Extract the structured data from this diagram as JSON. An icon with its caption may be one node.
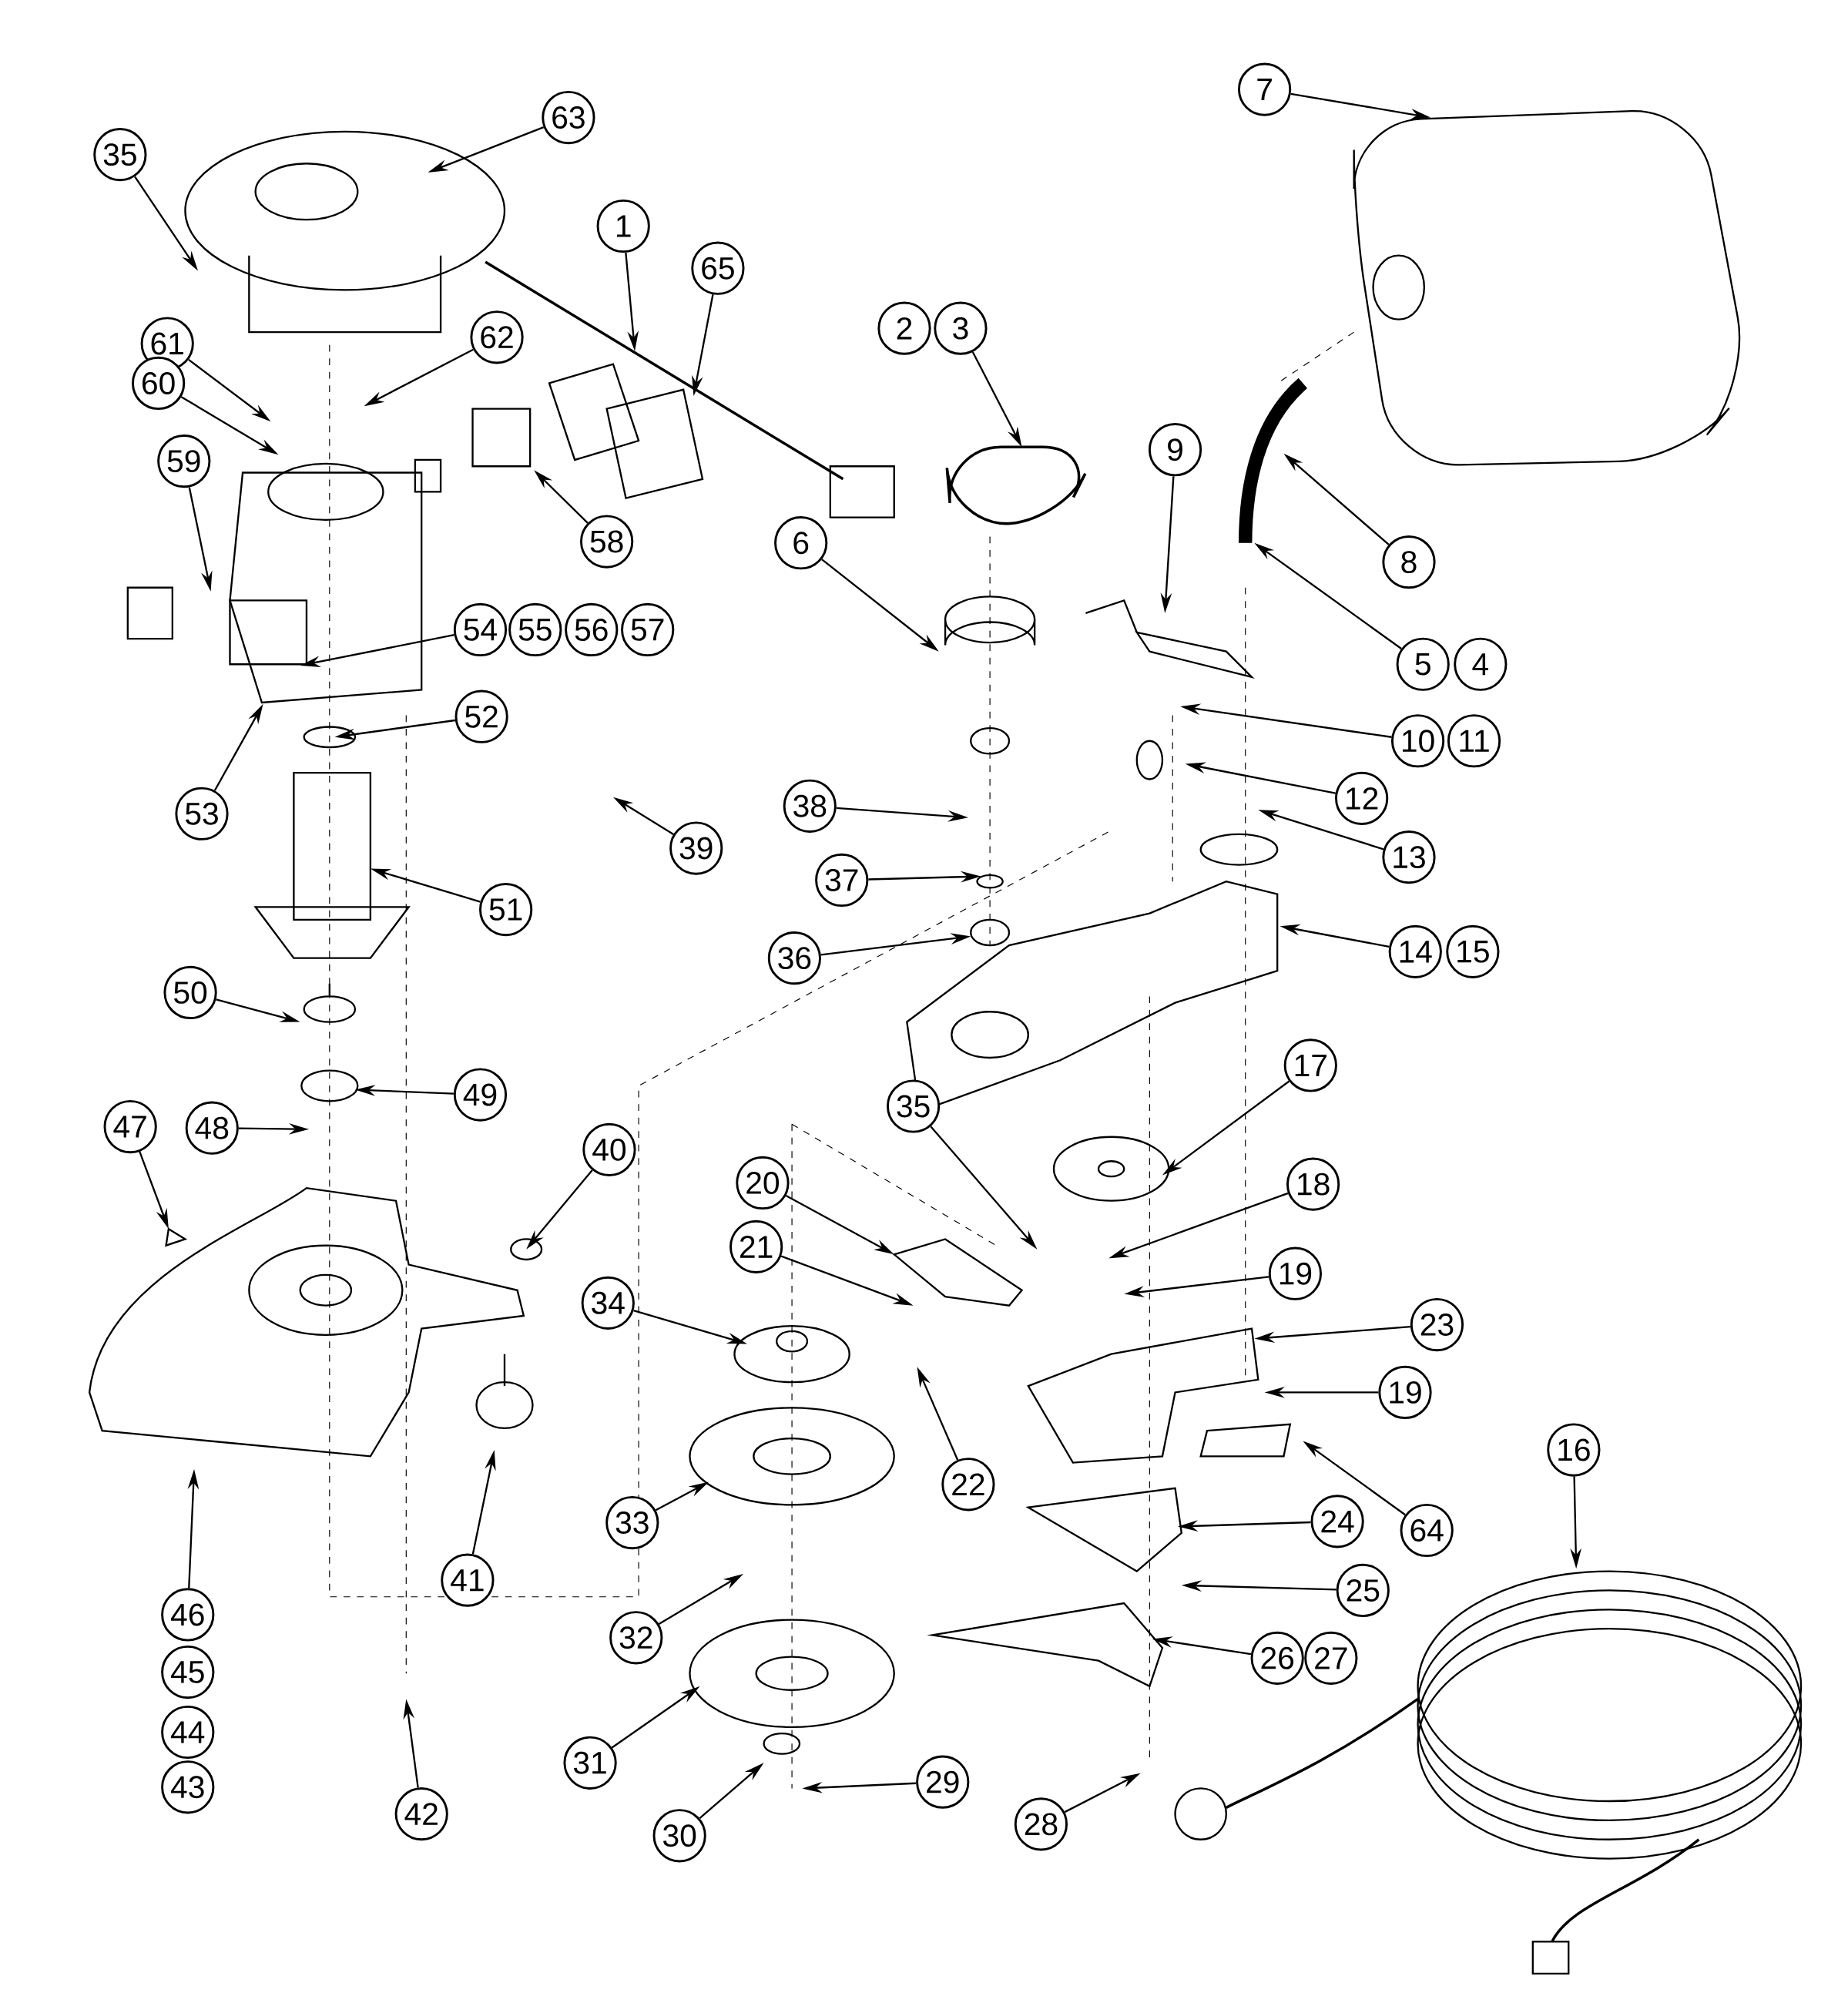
{
  "diagram": {
    "nodes": [
      {
        "text": [
          "35"
        ]
      },
      {
        "text": [
          "63"
        ]
      },
      {
        "text": [
          "7"
        ]
      },
      {
        "text": [
          "1"
        ]
      },
      {
        "text": [
          "65"
        ]
      },
      {
        "text": [
          "2"
        ]
      },
      {
        "text": [
          "3"
        ]
      },
      {
        "text": [
          "61"
        ]
      },
      {
        "text": [
          "62"
        ]
      },
      {
        "text": [
          "60"
        ]
      },
      {
        "text": [
          "9"
        ]
      },
      {
        "text": [
          "59"
        ]
      },
      {
        "text": [
          "58"
        ]
      },
      {
        "text": [
          "6"
        ]
      },
      {
        "text": [
          "8"
        ]
      },
      {
        "text": [
          "54"
        ]
      },
      {
        "text": [
          "55"
        ]
      },
      {
        "text": [
          "56"
        ]
      },
      {
        "text": [
          "57"
        ]
      },
      {
        "text": [
          "5"
        ]
      },
      {
        "text": [
          "4"
        ]
      },
      {
        "text": [
          "52"
        ]
      },
      {
        "text": [
          "10"
        ]
      },
      {
        "text": [
          "11"
        ]
      },
      {
        "text": [
          "12"
        ]
      },
      {
        "text": [
          "38"
        ]
      },
      {
        "text": [
          "53"
        ]
      },
      {
        "text": [
          "39"
        ]
      },
      {
        "text": [
          "13"
        ]
      },
      {
        "text": [
          "37"
        ]
      },
      {
        "text": [
          "51"
        ]
      },
      {
        "text": [
          "14"
        ]
      },
      {
        "text": [
          "15"
        ]
      },
      {
        "text": [
          "36"
        ]
      },
      {
        "text": [
          "50"
        ]
      },
      {
        "text": [
          "17"
        ]
      },
      {
        "text": [
          "49"
        ]
      },
      {
        "text": [
          "47"
        ]
      },
      {
        "text": [
          "48"
        ]
      },
      {
        "text": [
          "35"
        ]
      },
      {
        "text": [
          "40"
        ]
      },
      {
        "text": [
          "20"
        ]
      },
      {
        "text": [
          "18"
        ]
      },
      {
        "text": [
          "21"
        ]
      },
      {
        "text": [
          "19"
        ]
      },
      {
        "text": [
          "34"
        ]
      },
      {
        "text": [
          "23"
        ]
      },
      {
        "text": [
          "19"
        ]
      },
      {
        "text": [
          "22"
        ]
      },
      {
        "text": [
          "16"
        ]
      },
      {
        "text": [
          "24"
        ]
      },
      {
        "text": [
          "33"
        ]
      },
      {
        "text": [
          "64"
        ]
      },
      {
        "text": [
          "41"
        ]
      },
      {
        "text": [
          "25"
        ]
      },
      {
        "text": [
          "46"
        ]
      },
      {
        "text": [
          "32"
        ]
      },
      {
        "text": [
          "26"
        ]
      },
      {
        "text": [
          "27"
        ]
      },
      {
        "text": [
          "45"
        ]
      },
      {
        "text": [
          "44"
        ]
      },
      {
        "text": [
          "31"
        ]
      },
      {
        "text": [
          "29"
        ]
      },
      {
        "text": [
          "43"
        ]
      },
      {
        "text": [
          "42"
        ]
      },
      {
        "text": [
          "28"
        ]
      },
      {
        "text": [
          "30"
        ]
      }
    ],
    "edges": [
      {
        "from": 0,
        "to": null,
        "arrow": "to"
      },
      {
        "from": 1,
        "to": null,
        "arrow": "to"
      },
      {
        "from": 2,
        "to": null,
        "arrow": "to"
      },
      {
        "from": 3,
        "to": null,
        "arrow": "to"
      },
      {
        "from": 4,
        "to": null,
        "arrow": "to"
      },
      {
        "from": 6,
        "to": null,
        "arrow": "to"
      },
      {
        "from": 7,
        "to": null,
        "arrow": "to"
      },
      {
        "from": 8,
        "to": null,
        "arrow": "to"
      },
      {
        "from": 9,
        "to": null,
        "arrow": "to"
      },
      {
        "from": 10,
        "to": null,
        "arrow": "to"
      },
      {
        "from": 11,
        "to": null,
        "arrow": "to"
      },
      {
        "from": 12,
        "to": null,
        "arrow": "to"
      },
      {
        "from": 13,
        "to": null,
        "arrow": "to"
      },
      {
        "from": 14,
        "to": null,
        "arrow": "to"
      },
      {
        "from": 15,
        "to": null,
        "arrow": "to"
      },
      {
        "from": 19,
        "to": null,
        "arrow": "to"
      },
      {
        "from": 21,
        "to": null,
        "arrow": "to"
      },
      {
        "from": 22,
        "to": null,
        "arrow": "to"
      },
      {
        "from": 24,
        "to": null,
        "arrow": "to"
      },
      {
        "from": 25,
        "to": null,
        "arrow": "to"
      },
      {
        "from": 26,
        "to": null,
        "arrow": "to"
      },
      {
        "from": 27,
        "to": null,
        "arrow": "to"
      },
      {
        "from": 28,
        "to": null,
        "arrow": "to"
      },
      {
        "from": 29,
        "to": null,
        "arrow": "to"
      },
      {
        "from": 30,
        "to": null,
        "arrow": "to"
      },
      {
        "from": 31,
        "to": null,
        "arrow": "to"
      },
      {
        "from": 33,
        "to": null,
        "arrow": "to"
      },
      {
        "from": 34,
        "to": null,
        "arrow": "to"
      },
      {
        "from": 35,
        "to": null,
        "arrow": "to"
      },
      {
        "from": 36,
        "to": null,
        "arrow": "to"
      },
      {
        "from": 37,
        "to": null,
        "arrow": "to"
      },
      {
        "from": 38,
        "to": null,
        "arrow": "to"
      },
      {
        "from": 39,
        "to": null,
        "arrow": "to"
      },
      {
        "from": 40,
        "to": null,
        "arrow": "to"
      },
      {
        "from": 41,
        "to": null,
        "arrow": "to"
      },
      {
        "from": 42,
        "to": null,
        "arrow": "to"
      },
      {
        "from": 43,
        "to": null,
        "arrow": "to"
      },
      {
        "from": 44,
        "to": null,
        "arrow": "to"
      },
      {
        "from": 45,
        "to": null,
        "arrow": "to"
      },
      {
        "from": 46,
        "to": null,
        "arrow": "to"
      },
      {
        "from": 47,
        "to": null,
        "arrow": "to"
      },
      {
        "from": 48,
        "to": null,
        "arrow": "to"
      },
      {
        "from": 49,
        "to": null,
        "arrow": "to"
      },
      {
        "from": 50,
        "to": null,
        "arrow": "to"
      },
      {
        "from": 51,
        "to": null,
        "arrow": "to"
      },
      {
        "from": 52,
        "to": null,
        "arrow": "to"
      },
      {
        "from": 53,
        "to": null,
        "arrow": "to"
      },
      {
        "from": 54,
        "to": null,
        "arrow": "to"
      },
      {
        "from": 55,
        "to": null,
        "arrow": "to"
      },
      {
        "from": 56,
        "to": null,
        "arrow": "to"
      },
      {
        "from": 57,
        "to": null,
        "arrow": "to"
      },
      {
        "from": 61,
        "to": null,
        "arrow": "to"
      },
      {
        "from": 62,
        "to": null,
        "arrow": "to"
      },
      {
        "from": 64,
        "to": null,
        "arrow": "to"
      },
      {
        "from": 65,
        "to": null,
        "arrow": "to"
      },
      {
        "from": 66,
        "to": null,
        "arrow": "to"
      }
    ]
  }
}
